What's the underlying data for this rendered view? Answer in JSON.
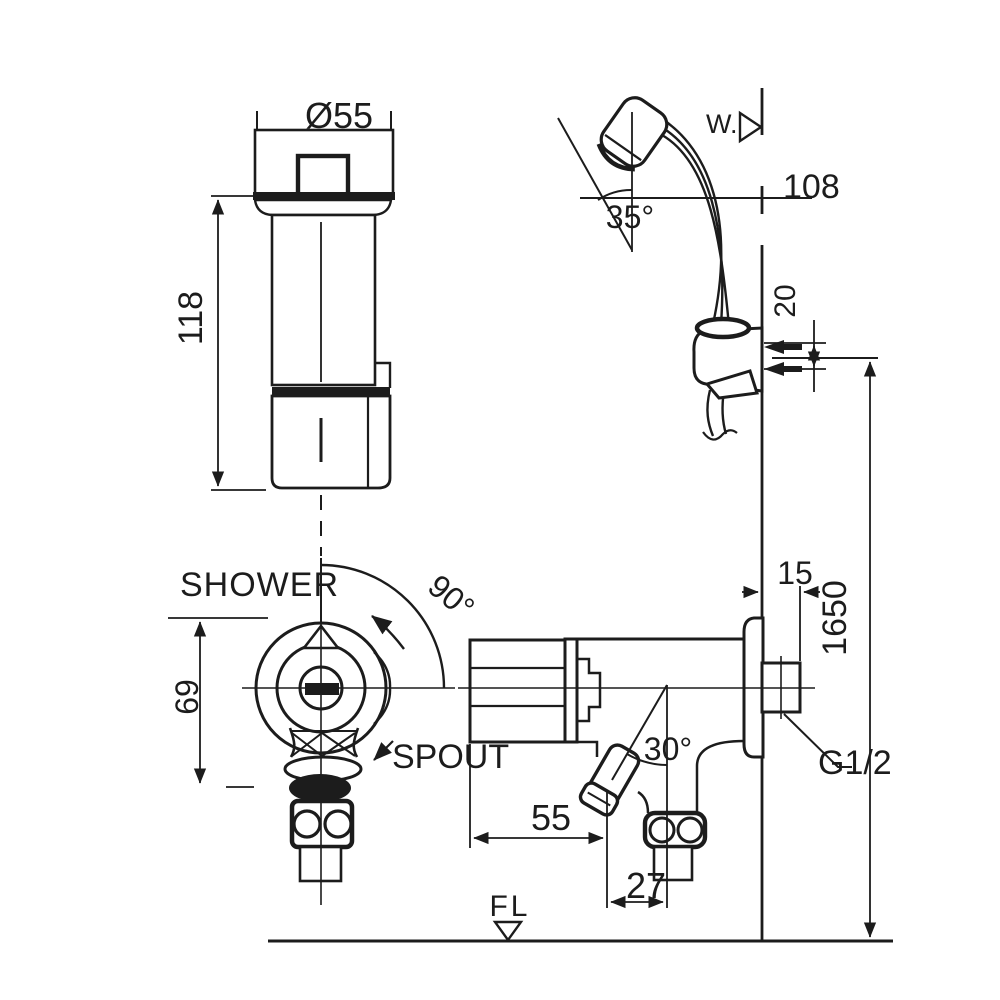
{
  "drawing": {
    "type": "technical-dimension-drawing",
    "subject": "wall-mounted bath shower mixer faucet with hand shower",
    "colors": {
      "line": "#1c1c1c",
      "background": "#ffffff"
    },
    "top_view": {
      "diameter_label": "Ø55",
      "height_label": "118"
    },
    "hand_shower": {
      "angle_label": "35°",
      "water_line_label": "W.L",
      "wall_offset_label": "108",
      "holder_depth_label": "20"
    },
    "front_view": {
      "shower_position_label": "SHOWER",
      "rotation_label": "90°",
      "body_height_label": "69",
      "spout_position_label": "SPOUT"
    },
    "side_view": {
      "spout_angle_label": "30°",
      "spout_reach_label": "55",
      "supply_offset_label": "27",
      "escutcheon_depth_label": "15",
      "install_height_label": "1650",
      "connection_thread_label": "G1/2"
    },
    "floor": {
      "floor_line_label": "FL"
    }
  }
}
